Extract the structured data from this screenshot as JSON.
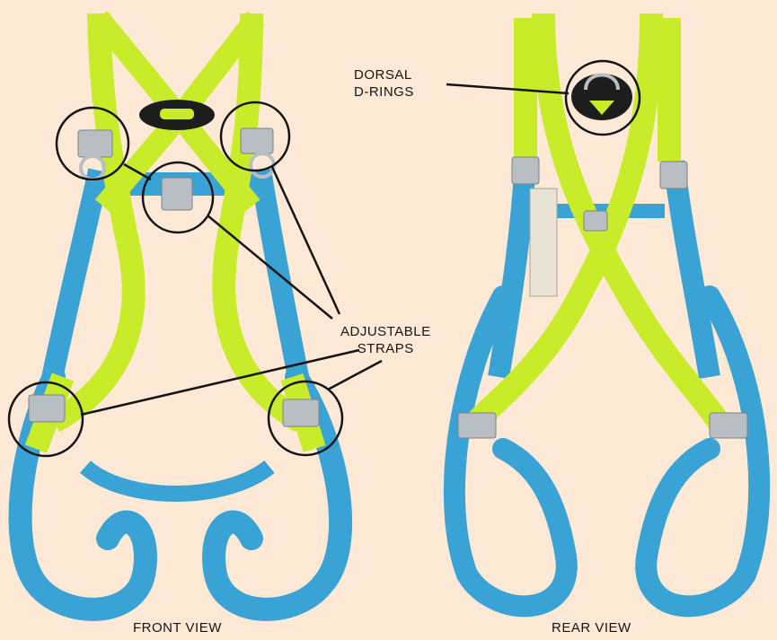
{
  "labels": {
    "front_view": "FRONT VIEW",
    "rear_view": "REAR VIEW",
    "dorsal_line1": "DORSAL",
    "dorsal_line2": "D-RINGS",
    "adjustable_line1": "ADJUSTABLE",
    "adjustable_line2": "STRAPS"
  },
  "colors": {
    "background": "#fde9d6",
    "webbing_yellow": "#c9ec2a",
    "webbing_blue": "#3aa3d6",
    "hardware_metal": "#b8bec4",
    "backplate": "#1d1d1d",
    "callout": "#141414"
  }
}
